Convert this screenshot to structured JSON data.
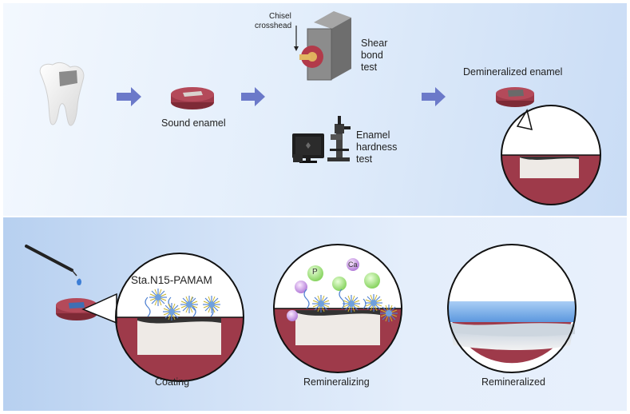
{
  "top": {
    "sound_enamel": "Sound enamel",
    "chisel": "Chisel",
    "crosshead": "crosshead",
    "shear_bond_test": "Shear bond test",
    "enamel_hardness_test": "Enamel hardness test",
    "demineralized_enamel": "Demineralized enamel"
  },
  "bottom": {
    "coating_material": "Sta.N15-PAMAM",
    "ion_p": "P",
    "ion_ca": "Ca",
    "coating": "Coating",
    "remineralizing": "Remineralizing",
    "remineralized": "Remineralized"
  },
  "colors": {
    "arrow": "#6b79c9",
    "dentin": "#9e3a4a",
    "cavity": "#eeeae6",
    "fiber_blue": "#4c7fd1",
    "fiber_yellow": "#c9b52b",
    "ion_green": "#9be07a",
    "ion_purple": "#c58ce0",
    "new_layer": "#6aa7e8"
  }
}
